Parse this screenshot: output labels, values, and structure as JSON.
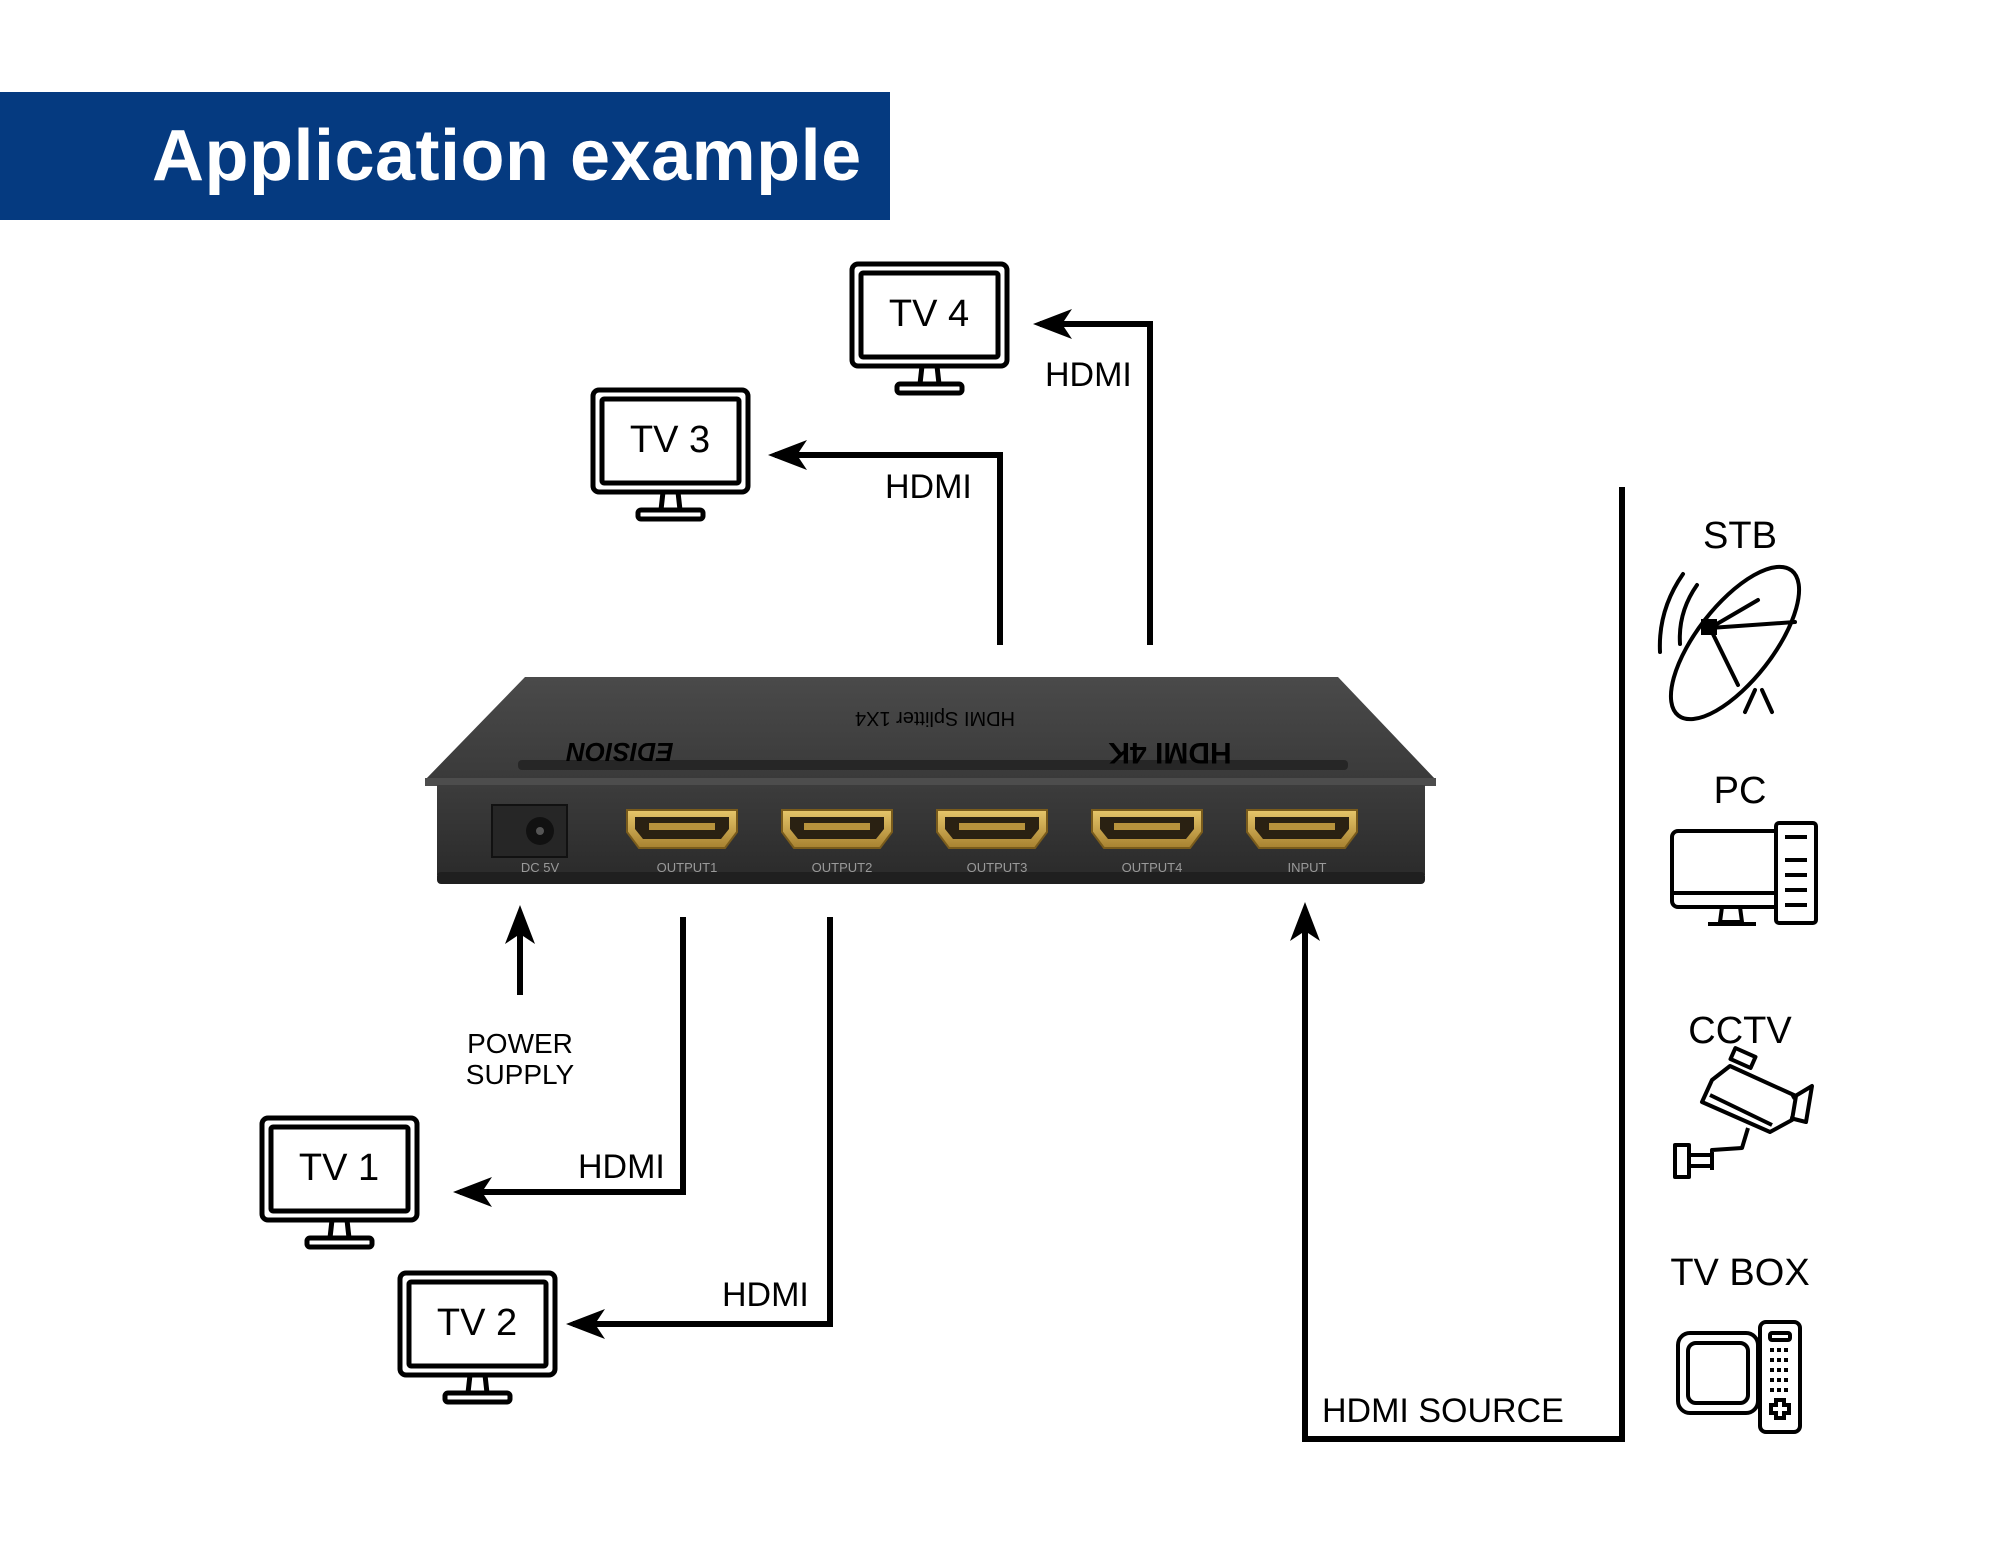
{
  "header": {
    "title": "Application example"
  },
  "device": {
    "brand": "EDISION",
    "top_text_1": "HDMI Splitter 1X4",
    "top_text_2": "HDMI 4K",
    "ports": [
      "DC 5V",
      "OUTPUT1",
      "OUTPUT2",
      "OUTPUT3",
      "OUTPUT4",
      "INPUT"
    ]
  },
  "tvs": {
    "tv1": "TV 1",
    "tv2": "TV 2",
    "tv3": "TV 3",
    "tv4": "TV 4"
  },
  "cables": {
    "hdmi_tv1": "HDMI",
    "hdmi_tv2": "HDMI",
    "hdmi_tv3": "HDMI",
    "hdmi_tv4": "HDMI",
    "source": "HDMI SOURCE"
  },
  "power": {
    "line1": "POWER",
    "line2": "SUPPLY"
  },
  "sources": {
    "stb": "STB",
    "pc": "PC",
    "cctv": "CCTV",
    "tvbox": "TV BOX"
  },
  "colors": {
    "banner": "#053a80",
    "device": "#3a3a3a",
    "port_gold": "#c9a446"
  }
}
